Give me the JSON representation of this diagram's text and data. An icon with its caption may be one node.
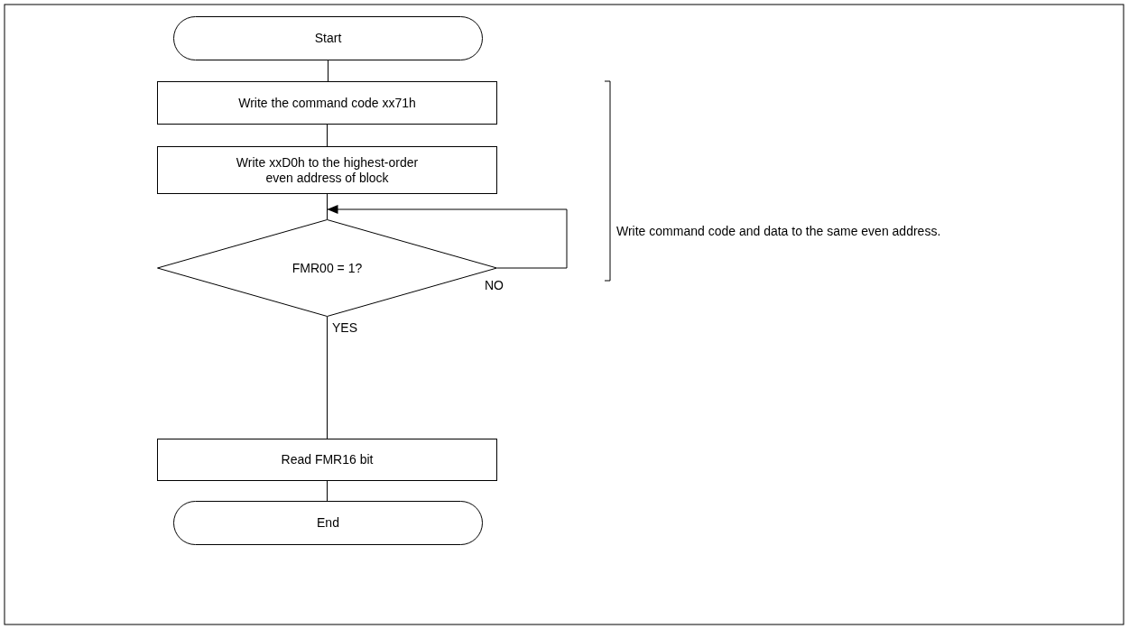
{
  "diagram": {
    "nodes": [
      {
        "text": [
          "Start"
        ]
      },
      {
        "text": [
          "Write the command code xx71h"
        ]
      },
      {
        "text": [
          "Write xxD0h to the highest-order even address of block"
        ]
      },
      {
        "text": [
          "FMR00 = 1?"
        ]
      },
      {
        "text": [
          "Read FMR16 bit"
        ]
      },
      {
        "text": [
          "End"
        ]
      }
    ],
    "edges": [
      {
        "from": 0,
        "to": 1,
        "arrow": "none"
      },
      {
        "from": 1,
        "to": 2,
        "arrow": "none"
      },
      {
        "from": 2,
        "to": 3,
        "arrow": "none"
      },
      {
        "from": 3,
        "to": 3,
        "arrow": "to",
        "label": "NO"
      },
      {
        "from": 3,
        "to": 4,
        "arrow": "none",
        "label": "YES"
      },
      {
        "from": 4,
        "to": 5,
        "arrow": "none"
      }
    ],
    "labels": [
      "Write command code and data to the same even address."
    ]
  }
}
